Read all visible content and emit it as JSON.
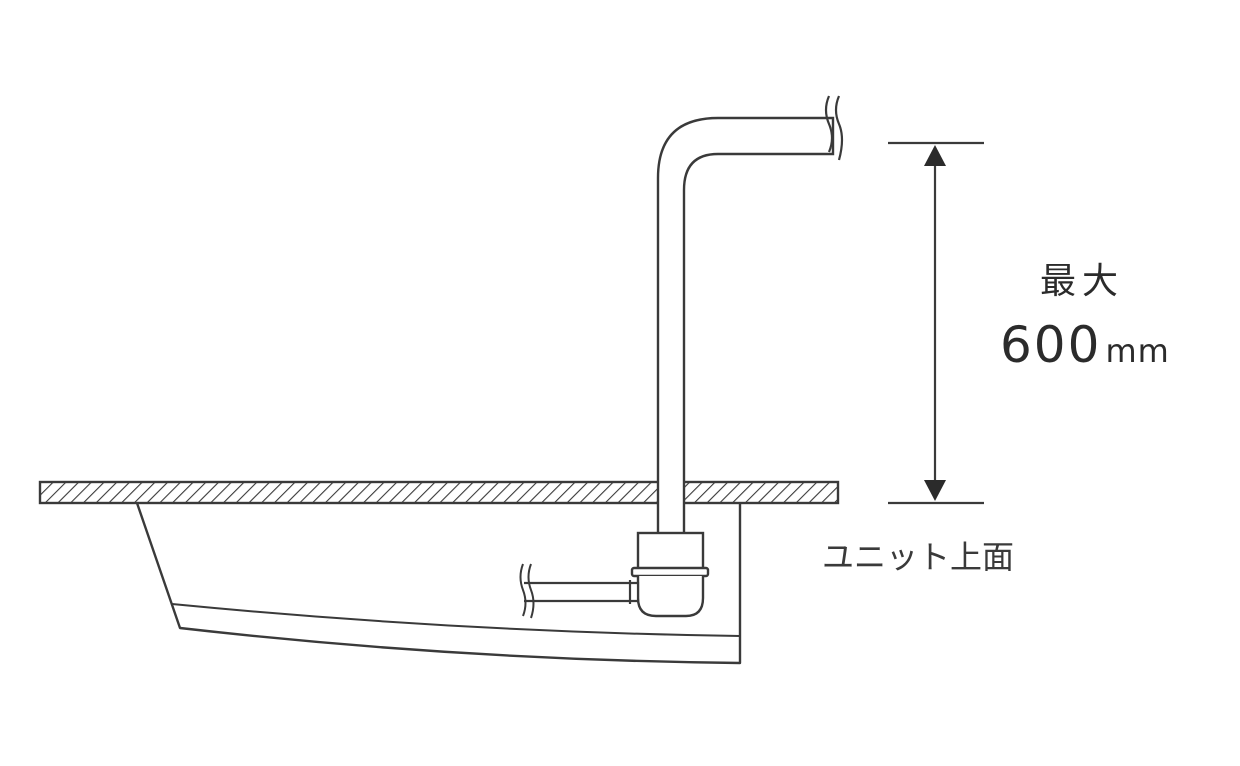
{
  "labels": {
    "max": "最大",
    "value": "600",
    "unit": "mm",
    "unit_top_surface": "ユニット上面"
  },
  "colors": {
    "line": "#3a3a3a",
    "hatch": "#3a3a3a",
    "background": "#ffffff"
  }
}
